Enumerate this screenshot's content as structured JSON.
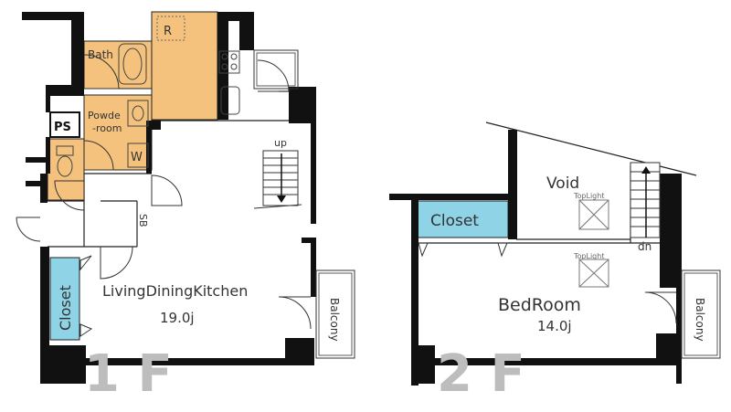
{
  "colors": {
    "wall": "#111111",
    "wet_area": "#f4c27d",
    "kitchen": "#f4c27d",
    "closet": "#8fd3e6",
    "floor_label": "#bdbdbd"
  },
  "floor1": {
    "floor_label": "1 F",
    "rooms": {
      "bath": "Bath",
      "refrigerator": "R",
      "powder_room_line1": "Powde",
      "powder_room_line2": "-room",
      "washer": "W",
      "pipe_space": "PS",
      "shoe_box": "SB",
      "closet": "Closet",
      "ldk_name": "LivingDiningKitchen",
      "ldk_size": "19.0j",
      "balcony": "Balcony"
    },
    "stair_label": "up"
  },
  "floor2": {
    "floor_label": "2 F",
    "rooms": {
      "void": "Void",
      "toplight_1": "TopLight",
      "toplight_2": "TopLight",
      "closet": "Closet",
      "bedroom_name": "BedRoom",
      "bedroom_size": "14.0j",
      "balcony": "Balcony"
    },
    "stair_label": "dn"
  },
  "icons": [
    "stair-arrow-icon",
    "door-swing-icon",
    "toilet-icon",
    "bathtub-icon",
    "sink-icon",
    "stove-icon",
    "skylight-icon"
  ]
}
